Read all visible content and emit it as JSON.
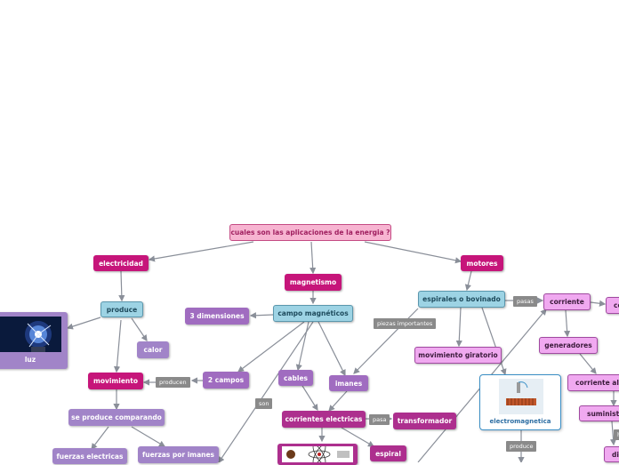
{
  "root": "cuales son las aplicaciones de la energia ?",
  "nodes": {
    "electricidad": "electricidad",
    "magnetismo": "magnetismo",
    "motores": "motores",
    "produce": "produce",
    "calor": "calor",
    "luz": "luz",
    "movimiento": "movimiento",
    "se_produce_comparando": "se produce comparando",
    "fuerzas_electricas": "fuerzas electricas",
    "fuerzas_por_imanes": "fuerzas por imanes",
    "tres_dimensiones": "3 dimensiones",
    "campo_magneticos": "campo magnéticos",
    "dos_campos": "2 campos",
    "cables": "cables",
    "imanes": "imanes",
    "corrientes_electricas": "corrientes electricas",
    "transformador": "transformador",
    "espiral": "espiral",
    "espirales_o_bovinado": "espirales o bovinado",
    "movimiento_giratorio": "movimiento giratorio",
    "corriente": "corriente",
    "co_partial": "co",
    "generadores": "generadores",
    "corriente_alterna_partial": "corriente alte",
    "suministro_partial": "suministr",
    "di_partial": "di",
    "electromagnetica": "electromagnetica"
  },
  "edge_labels": {
    "producen": "producen",
    "son": "son",
    "pasa": "pasa",
    "piezas_importantes": "piezas importantes",
    "pasas": "pasas",
    "produce": "produce",
    "cut_label": "h"
  },
  "colors": {
    "root_fill": "#f7b4d1",
    "magenta": "#c6157a",
    "blue": "#9dd3e4",
    "pink": "#f0a9f0",
    "purple": "#a06cc0",
    "violet": "#ad2f8e",
    "lavender": "#a184c8",
    "link": "#8a8f99",
    "label_gray": "#8a8a8a"
  }
}
